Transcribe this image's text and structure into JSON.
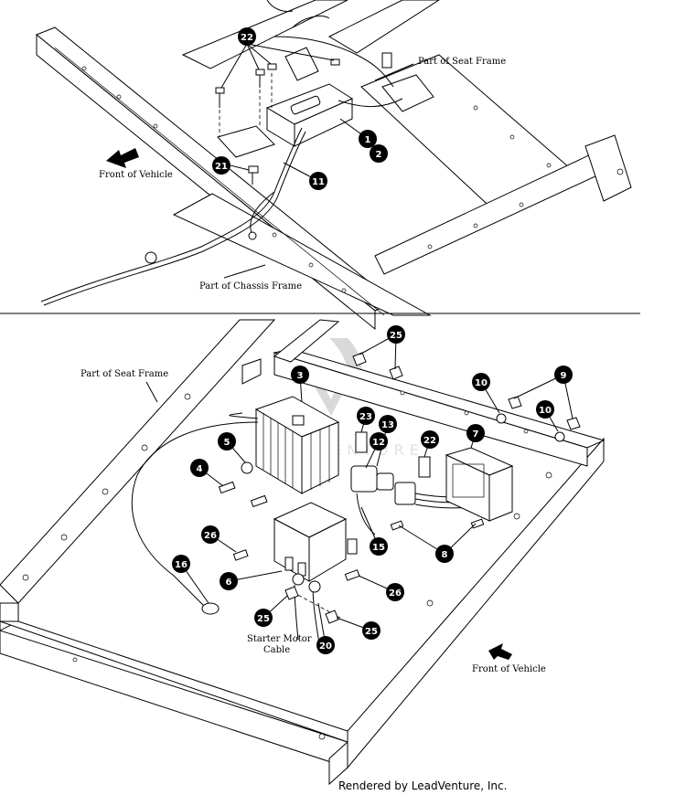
{
  "top_view": {
    "labels": {
      "seat_frame": "Part of Seat Frame",
      "front": "Front of Vehicle",
      "chassis": "Part of Chassis Frame"
    },
    "callouts": [
      "22",
      "1",
      "2",
      "21",
      "11"
    ]
  },
  "bottom_view": {
    "labels": {
      "seat_frame": "Part of Seat Frame",
      "starter_line1": "Starter Motor",
      "starter_line2": "Cable",
      "front": "Front of Vehicle"
    },
    "callouts": [
      "25",
      "3",
      "10",
      "9",
      "10",
      "23",
      "13",
      "22",
      "7",
      "5",
      "12",
      "4",
      "26",
      "15",
      "8",
      "16",
      "6",
      "26",
      "25",
      "25",
      "20"
    ]
  },
  "footer": "Rendered by LeadVenture, Inc."
}
